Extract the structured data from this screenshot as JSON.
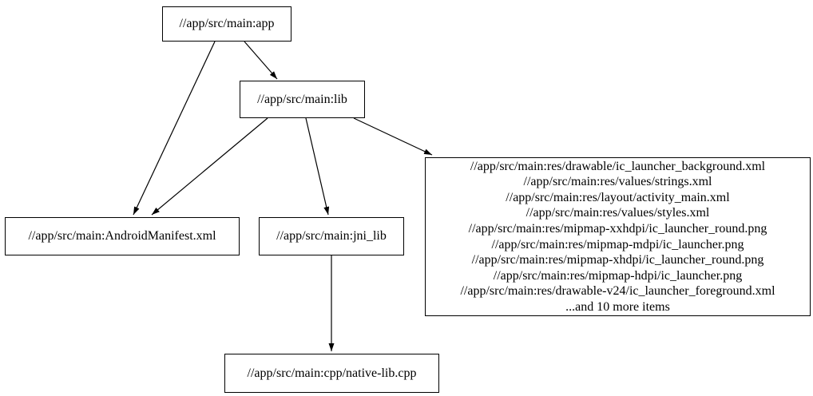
{
  "graph": {
    "background_color": "#ffffff",
    "node_border_color": "#000000",
    "text_color": "#000000",
    "nodes": {
      "app": {
        "label": "//app/src/main:app"
      },
      "lib": {
        "label": "//app/src/main:lib"
      },
      "android_manifest": {
        "label": "//app/src/main:AndroidManifest.xml"
      },
      "jni_lib": {
        "label": "//app/src/main:jni_lib"
      },
      "res_group": {
        "lines": [
          "//app/src/main:res/drawable/ic_launcher_background.xml",
          "//app/src/main:res/values/strings.xml",
          "//app/src/main:res/layout/activity_main.xml",
          "//app/src/main:res/values/styles.xml",
          "//app/src/main:res/mipmap-xxhdpi/ic_launcher_round.png",
          "//app/src/main:res/mipmap-mdpi/ic_launcher.png",
          "//app/src/main:res/mipmap-xhdpi/ic_launcher_round.png",
          "//app/src/main:res/mipmap-hdpi/ic_launcher.png",
          "//app/src/main:res/drawable-v24/ic_launcher_foreground.xml",
          "...and 10 more items"
        ]
      },
      "native_lib_cpp": {
        "label": "//app/src/main:cpp/native-lib.cpp"
      }
    },
    "edges": [
      {
        "from": "app",
        "to": "android_manifest"
      },
      {
        "from": "app",
        "to": "lib"
      },
      {
        "from": "lib",
        "to": "android_manifest"
      },
      {
        "from": "lib",
        "to": "jni_lib"
      },
      {
        "from": "lib",
        "to": "res_group"
      },
      {
        "from": "jni_lib",
        "to": "native_lib_cpp"
      }
    ]
  }
}
